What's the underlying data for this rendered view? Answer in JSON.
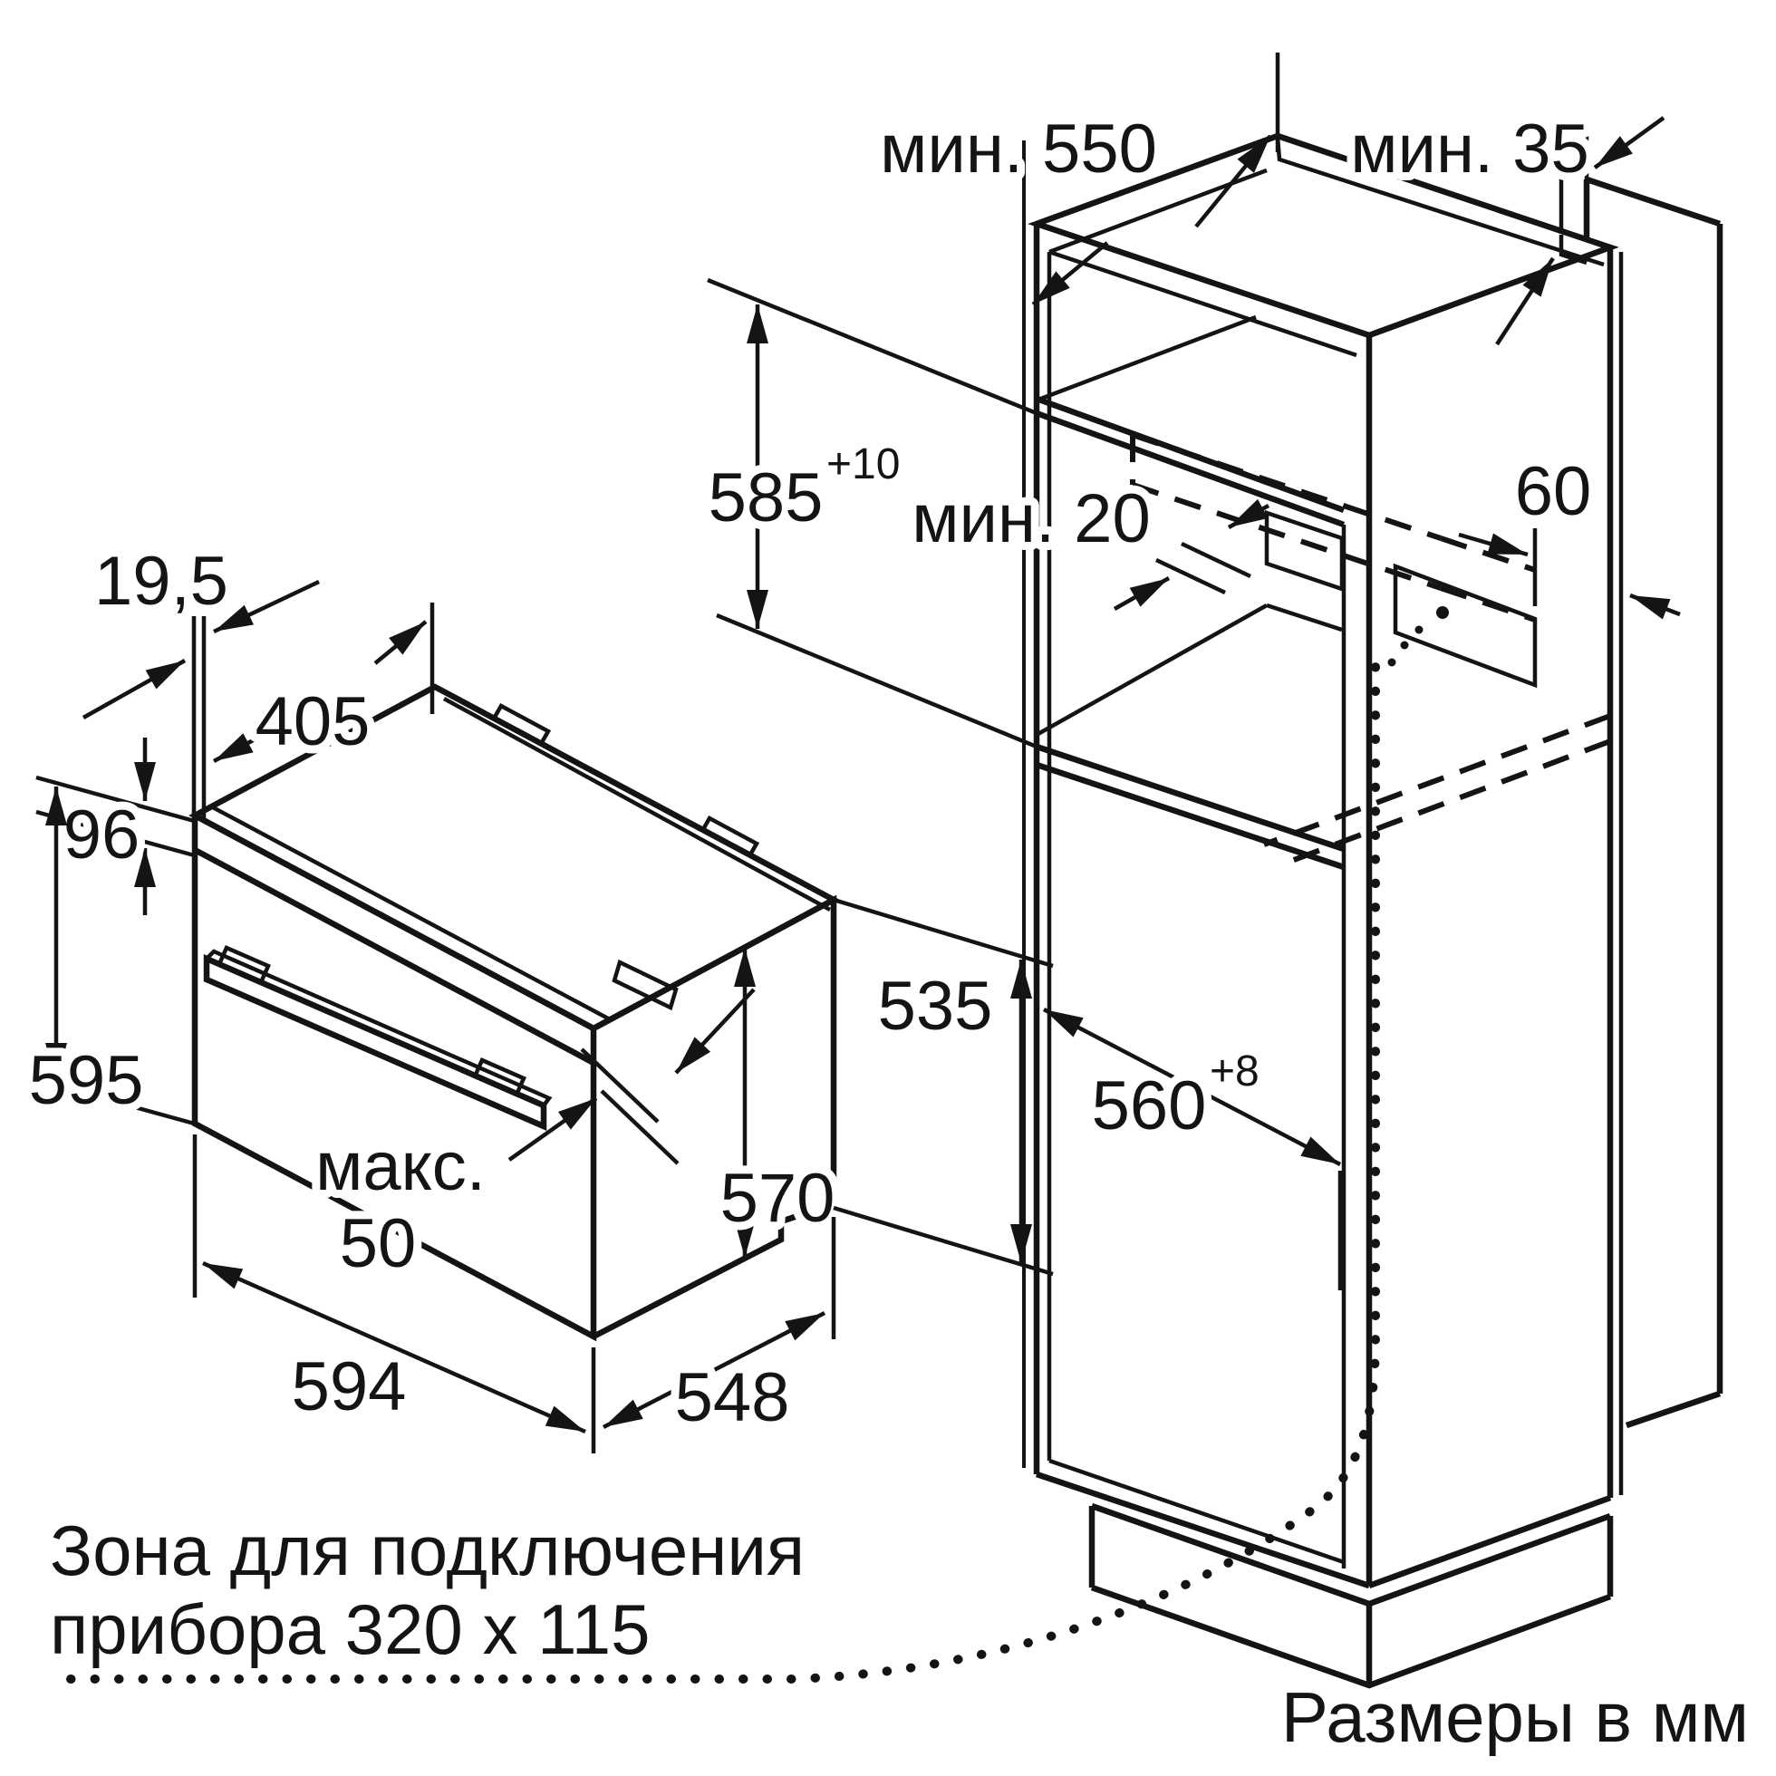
{
  "notes": {
    "connection_zone_line1": "Зона для подключения",
    "connection_zone_line2": "прибора 320 x 115",
    "units": "Размеры в мм"
  },
  "oven_dims": {
    "door_thickness": "19,5",
    "top_depth": "405",
    "control_panel_height": "96",
    "front_height": "595",
    "handle_clearance_label": "макс.",
    "handle_clearance_value": "50",
    "body_height_front": "570",
    "body_height_rear": "535",
    "width": "594",
    "depth": "548"
  },
  "niche_dims": {
    "min_top_depth": "мин. 550",
    "min_wall_gap": "мин. 35",
    "niche_height": "585",
    "niche_height_tolerance": "+10",
    "min_rear_gap": "мин. 20",
    "connection_zone_offset": "60",
    "niche_width": "560",
    "niche_width_tolerance": "+8"
  }
}
